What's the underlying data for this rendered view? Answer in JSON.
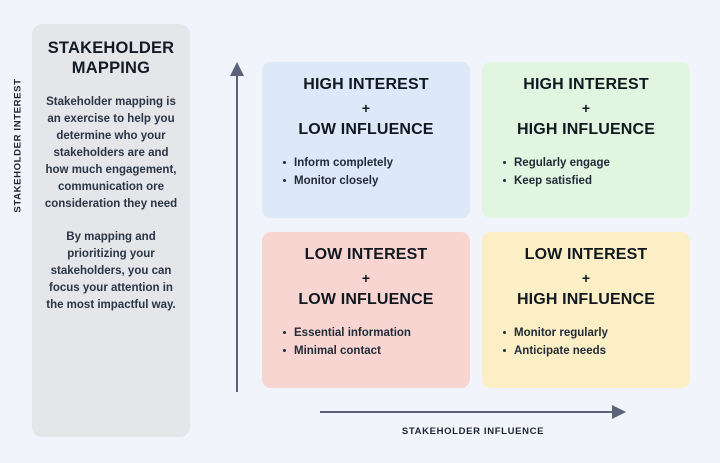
{
  "sidebar": {
    "title": "STAKEHOLDER MAPPING",
    "paragraph_1": "Stakeholder mapping is an exercise to help you determine who your stakeholders are and how much engagement, communication ore consideration they need",
    "paragraph_2": "By mapping and prioritizing your stakeholders, you can focus your attention in the most impactful way."
  },
  "axes": {
    "y_label": "STAKEHOLDER INTEREST",
    "x_label": "STAKEHOLDER INFLUENCE",
    "axis_color": "#5a6377"
  },
  "quadrants": [
    {
      "id": "high-interest-low-influence",
      "line1": "HIGH INTEREST",
      "plus": "+",
      "line2": "LOW INFLUENCE",
      "bullets": [
        "Inform completely",
        "Monitor closely"
      ],
      "color": "#dde8f8"
    },
    {
      "id": "high-interest-high-influence",
      "line1": "HIGH INTEREST",
      "plus": "+",
      "line2": "HIGH INFLUENCE",
      "bullets": [
        "Regularly engage",
        "Keep satisfied"
      ],
      "color": "#e2f5e0"
    },
    {
      "id": "low-interest-low-influence",
      "line1": "LOW INTEREST",
      "plus": "+",
      "line2": "LOW INFLUENCE",
      "bullets": [
        "Essential information",
        "Minimal contact"
      ],
      "color": "#f8d5d1"
    },
    {
      "id": "low-interest-high-influence",
      "line1": "LOW INTEREST",
      "plus": "+",
      "line2": "HIGH INFLUENCE",
      "bullets": [
        "Monitor regularly",
        "Anticipate needs"
      ],
      "color": "#fdefc5"
    }
  ],
  "theme": {
    "background": "#f2f4fb",
    "sidebar_background": "#e4e6ea",
    "text_color": "#121922"
  }
}
